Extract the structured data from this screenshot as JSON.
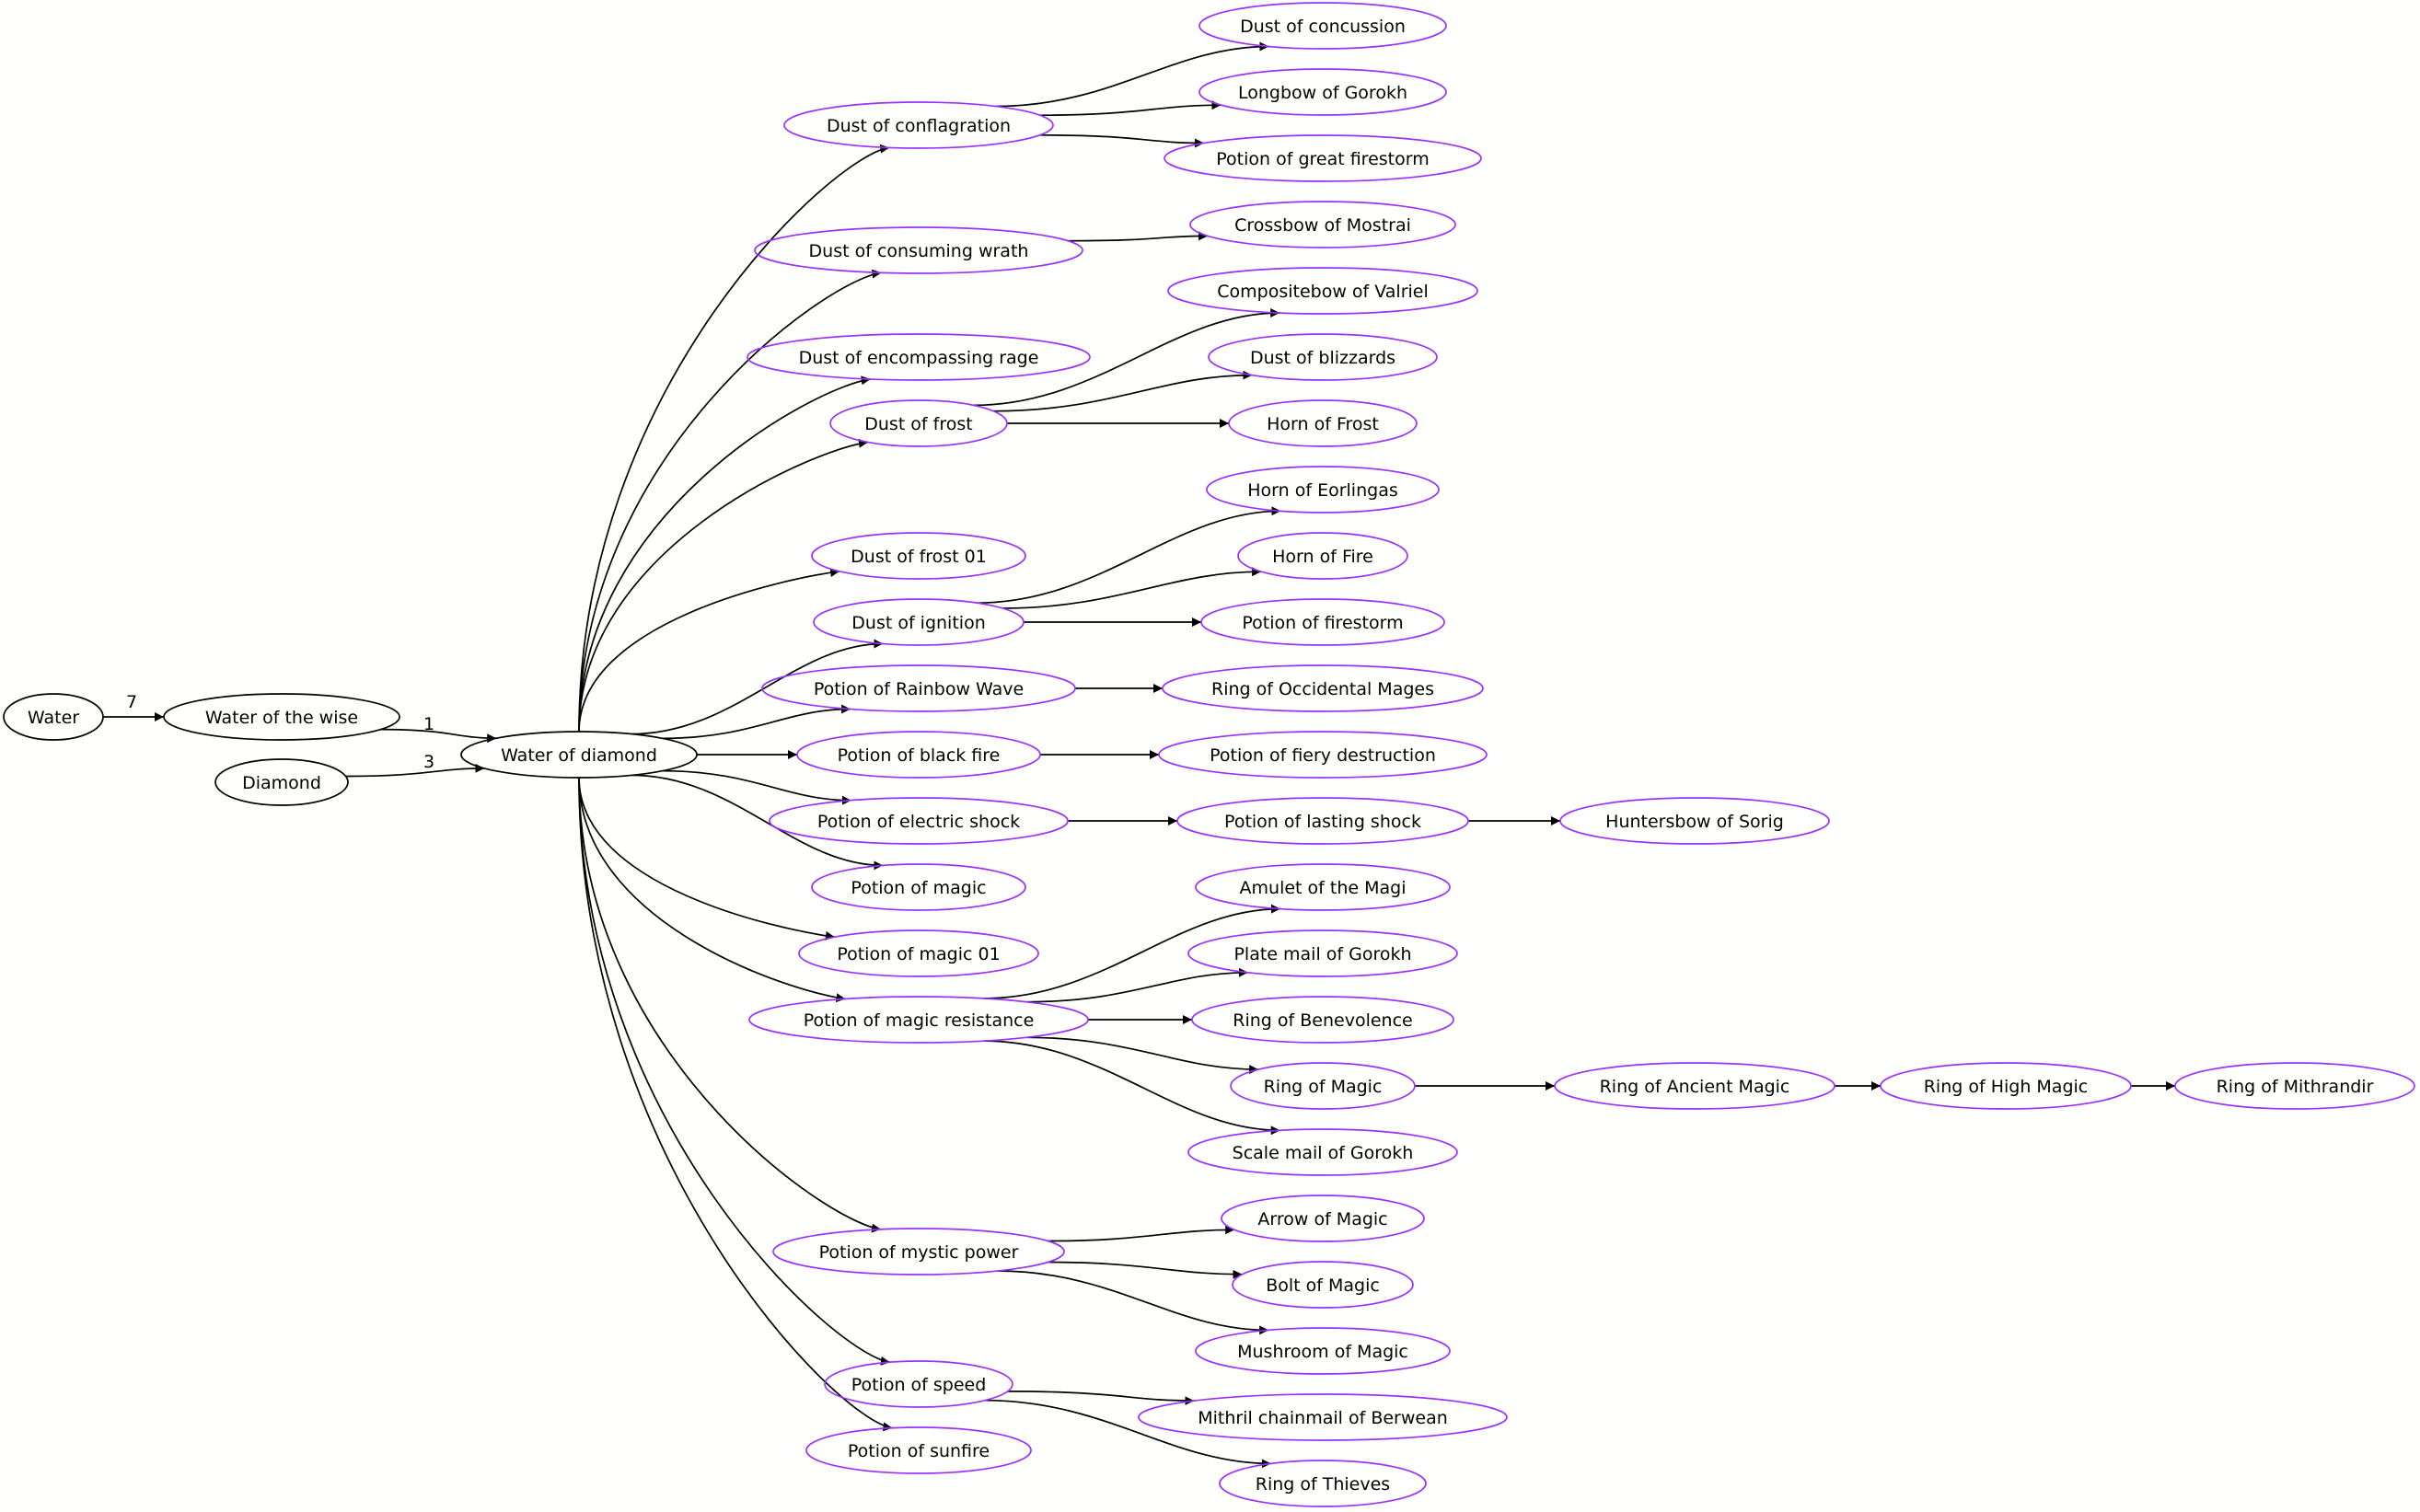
{
  "colors": {
    "ingredient": "#000000",
    "product": "#9b30ff",
    "edge": "#000000",
    "background": "#fffffe"
  },
  "nodes": {
    "water": "Water",
    "water_wise": "Water of the wise",
    "diamond": "Diamond",
    "water_diamond": "Water of diamond",
    "dust_conflagration": "Dust of conflagration",
    "dust_consuming": "Dust of consuming wrath",
    "dust_encompassing": "Dust of encompassing rage",
    "dust_frost": "Dust of frost",
    "dust_frost01": "Dust of frost 01",
    "dust_ignition": "Dust of ignition",
    "potion_rainbow": "Potion of Rainbow Wave",
    "potion_blackfire": "Potion of black fire",
    "potion_electric": "Potion of electric shock",
    "potion_magic": "Potion of magic",
    "potion_magic01": "Potion of magic 01",
    "potion_magicres": "Potion of magic resistance",
    "potion_mystic": "Potion of mystic power",
    "potion_speed": "Potion of speed",
    "potion_sunfire": "Potion of sunfire",
    "dust_concussion": "Dust of concussion",
    "longbow_gorokh": "Longbow of Gorokh",
    "potion_great_firestorm": "Potion of great firestorm",
    "crossbow_mostrai": "Crossbow of Mostrai",
    "compositebow_valriel": "Compositebow of Valriel",
    "dust_blizzards": "Dust of blizzards",
    "horn_frost": "Horn of Frost",
    "horn_eorlingas": "Horn of Eorlingas",
    "horn_fire": "Horn of Fire",
    "potion_firestorm": "Potion of firestorm",
    "ring_occidental": "Ring of Occidental Mages",
    "potion_fiery": "Potion of fiery destruction",
    "potion_lasting": "Potion of lasting shock",
    "huntersbow_sorig": "Huntersbow of Sorig",
    "amulet_magi": "Amulet of the Magi",
    "platemail_gorokh": "Plate mail of Gorokh",
    "ring_benevolence": "Ring of Benevolence",
    "ring_magic": "Ring of Magic",
    "ring_ancient": "Ring of Ancient Magic",
    "ring_high": "Ring of High Magic",
    "ring_mithrandir": "Ring of Mithrandir",
    "scalemail_gorokh": "Scale mail of Gorokh",
    "arrow_magic": "Arrow of Magic",
    "bolt_magic": "Bolt of Magic",
    "mushroom_magic": "Mushroom of Magic",
    "mithril_berwean": "Mithril chainmail of Berwean",
    "ring_thieves": "Ring of Thieves"
  },
  "ingredient_nodes": [
    "water",
    "water_wise",
    "diamond",
    "water_diamond"
  ],
  "edge_labels": {
    "water_to_wise": "7",
    "wise_to_diamond": "1",
    "diamond_to_water_diamond": "3"
  },
  "edges": [
    [
      "water",
      "water_wise",
      "water_to_wise"
    ],
    [
      "water_wise",
      "water_diamond",
      "wise_to_diamond"
    ],
    [
      "diamond",
      "water_diamond",
      "diamond_to_water_diamond"
    ],
    [
      "water_diamond",
      "dust_conflagration"
    ],
    [
      "water_diamond",
      "dust_consuming"
    ],
    [
      "water_diamond",
      "dust_encompassing"
    ],
    [
      "water_diamond",
      "dust_frost"
    ],
    [
      "water_diamond",
      "dust_frost01"
    ],
    [
      "water_diamond",
      "dust_ignition"
    ],
    [
      "water_diamond",
      "potion_rainbow"
    ],
    [
      "water_diamond",
      "potion_blackfire"
    ],
    [
      "water_diamond",
      "potion_electric"
    ],
    [
      "water_diamond",
      "potion_magic"
    ],
    [
      "water_diamond",
      "potion_magic01"
    ],
    [
      "water_diamond",
      "potion_magicres"
    ],
    [
      "water_diamond",
      "potion_mystic"
    ],
    [
      "water_diamond",
      "potion_speed"
    ],
    [
      "water_diamond",
      "potion_sunfire"
    ],
    [
      "dust_conflagration",
      "dust_concussion"
    ],
    [
      "dust_conflagration",
      "longbow_gorokh"
    ],
    [
      "dust_conflagration",
      "potion_great_firestorm"
    ],
    [
      "dust_consuming",
      "crossbow_mostrai"
    ],
    [
      "dust_frost",
      "compositebow_valriel"
    ],
    [
      "dust_frost",
      "dust_blizzards"
    ],
    [
      "dust_frost",
      "horn_frost"
    ],
    [
      "dust_ignition",
      "horn_eorlingas"
    ],
    [
      "dust_ignition",
      "horn_fire"
    ],
    [
      "dust_ignition",
      "potion_firestorm"
    ],
    [
      "potion_rainbow",
      "ring_occidental"
    ],
    [
      "potion_blackfire",
      "potion_fiery"
    ],
    [
      "potion_electric",
      "potion_lasting"
    ],
    [
      "potion_lasting",
      "huntersbow_sorig"
    ],
    [
      "potion_magicres",
      "amulet_magi"
    ],
    [
      "potion_magicres",
      "platemail_gorokh"
    ],
    [
      "potion_magicres",
      "ring_benevolence"
    ],
    [
      "potion_magicres",
      "ring_magic"
    ],
    [
      "potion_magicres",
      "scalemail_gorokh"
    ],
    [
      "ring_magic",
      "ring_ancient"
    ],
    [
      "ring_ancient",
      "ring_high"
    ],
    [
      "ring_high",
      "ring_mithrandir"
    ],
    [
      "potion_mystic",
      "arrow_magic"
    ],
    [
      "potion_mystic",
      "bolt_magic"
    ],
    [
      "potion_mystic",
      "mushroom_magic"
    ],
    [
      "potion_speed",
      "mithril_berwean"
    ],
    [
      "potion_speed",
      "ring_thieves"
    ]
  ]
}
